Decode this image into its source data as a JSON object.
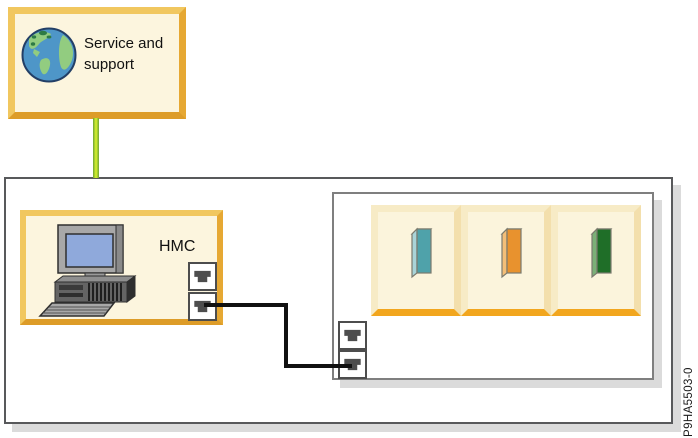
{
  "diagram": {
    "part_number": "P9HA5503-0"
  },
  "service_support": {
    "label": "Service and support",
    "icon": "globe-icon"
  },
  "hmc": {
    "label": "HMC",
    "icon": "desktop-computer-icon",
    "ethernet_port_count": 2
  },
  "managed_system": {
    "ethernet_port_count": 2,
    "partitions": [
      {
        "id": "partition-1",
        "colors": {
          "front": "#4FA2AA",
          "side": "#A9D4D8",
          "top": "#CBE5E7"
        }
      },
      {
        "id": "partition-2",
        "colors": {
          "front": "#E8922E",
          "side": "#F3BE78",
          "top": "#F8DCAB"
        }
      },
      {
        "id": "partition-3",
        "colors": {
          "front": "#1F6E28",
          "side": "#7BB077",
          "top": "#A3CBA0"
        }
      }
    ]
  },
  "connections": {
    "service_line_color": "#C8E62E",
    "service_line_edge_color": "#7FB033",
    "ethernet_cable_color": "#111111"
  },
  "palette": {
    "panel_fill": "#FCF5DE",
    "panel_border_gold": "#E9AE3A",
    "partition_panel_bottom": "#F2A61E",
    "outline_gray": "#58595B",
    "shadow_gray": "#DBDBDB"
  }
}
